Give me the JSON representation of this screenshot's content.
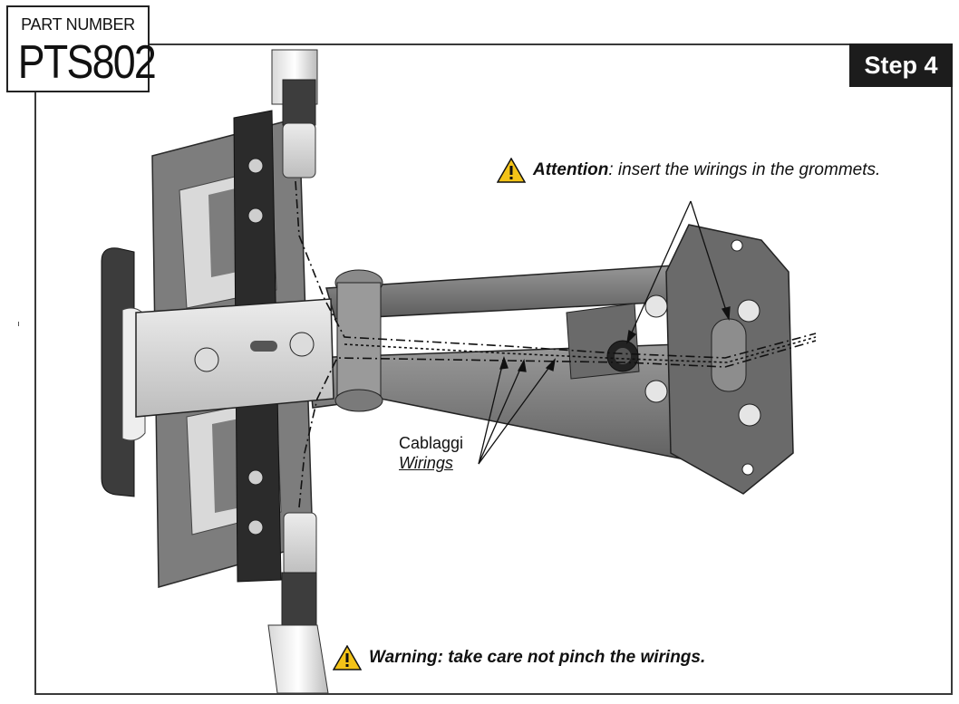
{
  "header": {
    "part_label": "PART NUMBER",
    "part_number": "PTS802",
    "step": "Step 4"
  },
  "notes": {
    "attention_bold": "Attention",
    "attention_text": ": insert the wirings in the grommets.",
    "warning_bold": "Warning: take care not pinch the wirings."
  },
  "labels": {
    "wirings_it": "Cablaggi",
    "wirings_en": "Wirings"
  },
  "icons": {
    "caution": "warning-triangle-icon"
  },
  "colors": {
    "badge": "#1c1c1c",
    "caution_yellow": "#f3c318",
    "metal_dark": "#6e6e6e",
    "metal_light": "#c9c9c9"
  }
}
